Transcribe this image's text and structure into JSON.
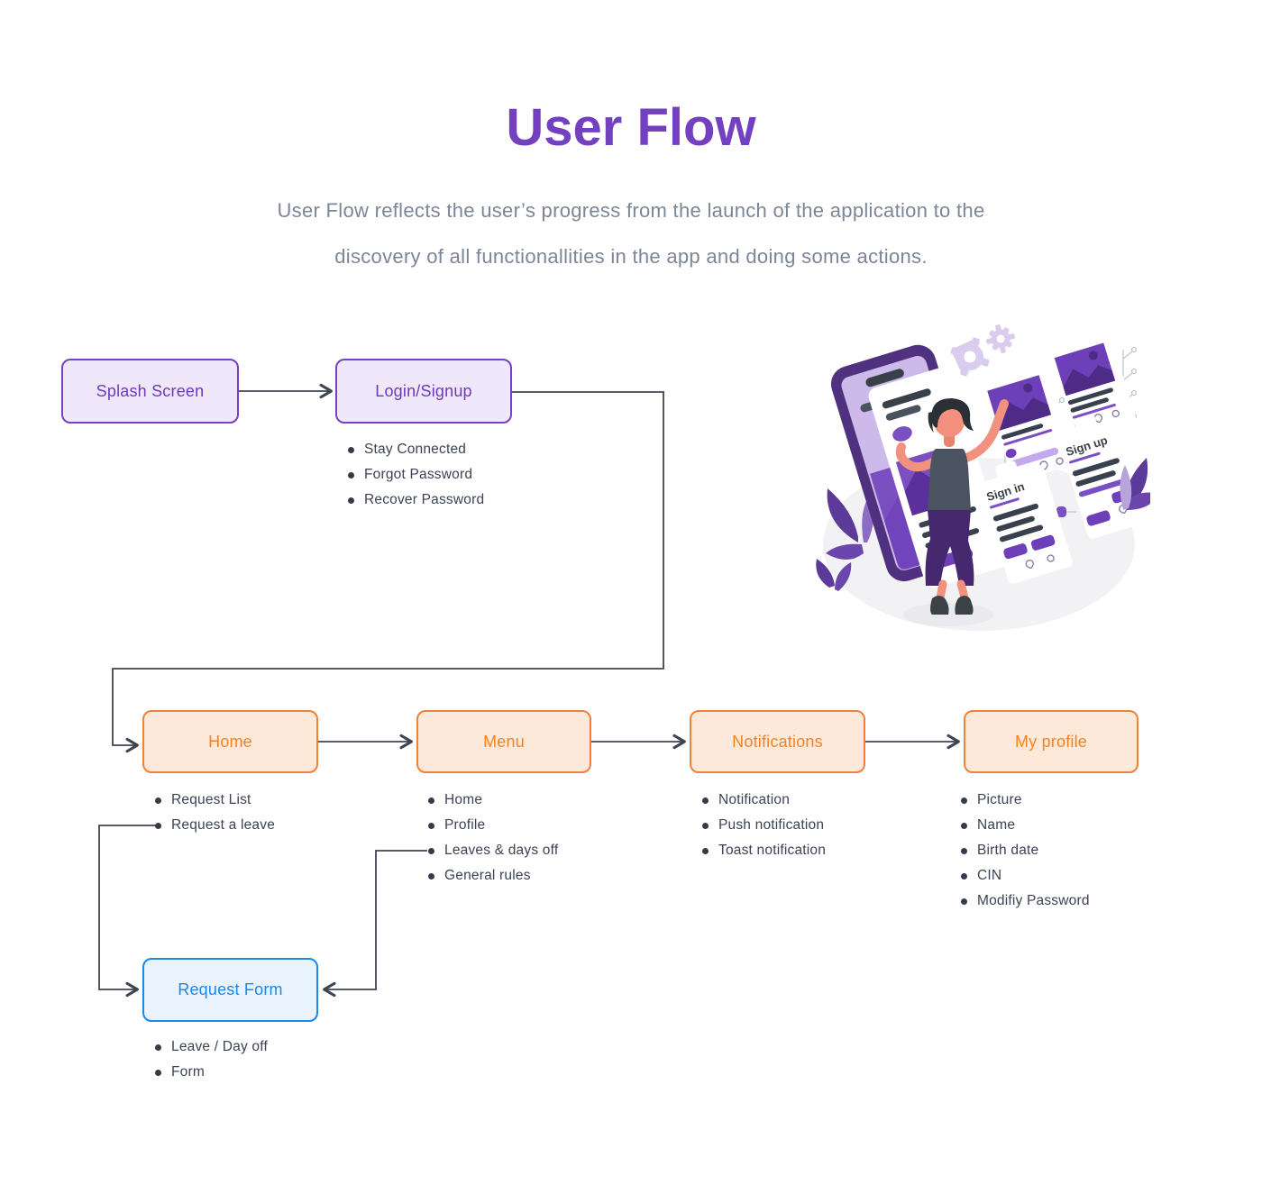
{
  "page": {
    "title": "User Flow",
    "subtitle_line1": "User Flow reflects the user’s progress from the launch of the application to the",
    "subtitle_line2": "discovery of all functionallities in the app and doing some actions."
  },
  "colors": {
    "title_purple": "#7340BF",
    "purple_border": "#7A3FC6",
    "purple_fill": "#EFE8FA",
    "orange_border": "#F08138",
    "orange_fill": "#FDE9DA",
    "orange_text": "#F5821F",
    "blue_border": "#1E88E8",
    "blue_fill": "#E9F3FE",
    "subtitle_gray": "#7C8698",
    "bullet_text": "#3B4355",
    "connector_line": "#3E4452"
  },
  "nodes": {
    "splash": {
      "label": "Splash Screen",
      "bullets": []
    },
    "login": {
      "label": "Login/Signup",
      "bullets": [
        "Stay Connected",
        "Forgot Password",
        "Recover Password"
      ]
    },
    "home": {
      "label": "Home",
      "bullets": [
        "Request List",
        "Request a leave"
      ]
    },
    "menu": {
      "label": "Menu",
      "bullets": [
        "Home",
        "Profile",
        "Leaves & days off",
        "General rules"
      ]
    },
    "notifications": {
      "label": "Notifications",
      "bullets": [
        "Notification",
        "Push notification",
        "Toast notification"
      ]
    },
    "myprofile": {
      "label": "My profile",
      "bullets": [
        "Picture",
        "Name",
        "Birth date",
        "CIN",
        "Modifiy Password"
      ]
    },
    "requestform": {
      "label": "Request Form",
      "bullets": [
        "Leave / Day off",
        "Form"
      ]
    }
  },
  "illustration": {
    "sign_in_label": "Sign in",
    "sign_up_label": "Sign up"
  }
}
